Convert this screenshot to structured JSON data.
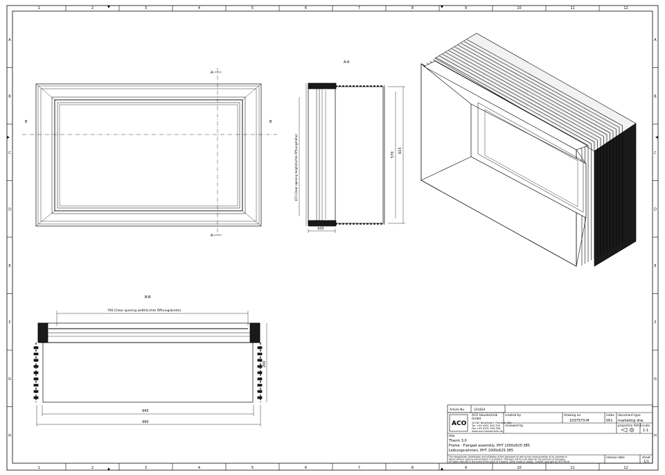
{
  "sheet": {
    "columns": [
      "1",
      "2",
      "3",
      "4",
      "5",
      "6",
      "7",
      "8",
      "9",
      "10",
      "11",
      "12"
    ],
    "rows": [
      "A",
      "B",
      "C",
      "D",
      "E",
      "F",
      "G",
      "H"
    ]
  },
  "views": {
    "section_aa_title": "A-A",
    "section_bb_title": "B-B",
    "cut_marker_a": "A",
    "cut_marker_b": "B"
  },
  "dimensions": {
    "height_label": "615",
    "inner_height_label": "570",
    "clear_height_label": "415 (Clear opening height/Lichte Öffnungshöhe)",
    "depth_label": "100",
    "clear_width_label": "790 (Clear opening width/Lichte Öffnungsbreite)",
    "depth_bb_label": "200",
    "width_inner_label": "945",
    "width_outer_label": "990"
  },
  "title_block": {
    "article_no_label": "Article No.",
    "article_no_value": "331834",
    "company_name": "ACO Haustechnik",
    "company_sub": "GmbH",
    "company_addr1": "24782 Büdelsdorf, Postfach 320",
    "company_addr2": "Tel. +49 4331 354-700",
    "company_addr3": "Fax +49 4331 354-358",
    "company_web": "www.aco-haustechnik.de",
    "created_by_label": "created by",
    "reviewed_by_label": "reviewed by",
    "drawing_no_label": "drawing no.",
    "drawing_no_value": "1037573-M",
    "index_label": "index",
    "index_value": "001",
    "doc_type_label": "document type",
    "doc_type_value": "marketing drw.",
    "projection_label": "projection ISO-E",
    "scale_label": "scale",
    "scale_value": "1:1",
    "title_label": "title",
    "title_line1": "Therm 3.0",
    "title_line2": "Frame - Flanged assembly, PHT 1000x625-385",
    "title_line3": "Leibungsrahmen, PHT 1000x625-385",
    "legal1": "The reproduction, distribution and utilization of this document as well as the communication of its contents to",
    "legal2": "others without express authorization is prohibited. Offenders will be held liable for the payment of damages.",
    "legal3": "All rights reserved in the event of the grant of a patent, utility model or design. Created copyright by ISO 16016",
    "release_date_label": "release date",
    "sheet_label": "sheet",
    "sheet_value": "1/1",
    "logo_text": "ACO"
  },
  "colors": {
    "line": "#000000",
    "paper": "#ffffff",
    "fill_dark": "#1a1a1a",
    "fill_light": "#f2f2f2"
  }
}
